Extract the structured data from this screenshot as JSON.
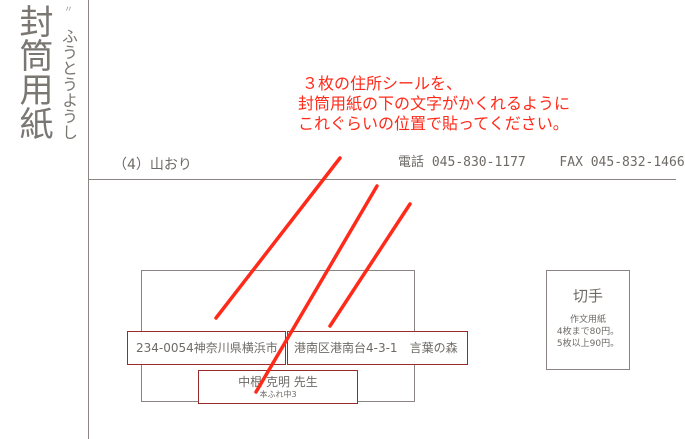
{
  "envelope": {
    "title": "封筒用紙",
    "title_reading": "ふうとうようし",
    "corner_mark": "〃",
    "section_label": "（4）山おり",
    "contact": {
      "phone_label": "電話",
      "phone": "045-830-1177",
      "fax_label": "FAX",
      "fax": "045-832-1466"
    }
  },
  "instruction": {
    "line1": "３枚の住所シールを、",
    "line2": "封筒用紙の下の文字がかくれるように",
    "line3": "これぐらいの位置で貼ってください。"
  },
  "stamp": {
    "title": "切手",
    "line1": "作文用紙",
    "line2": "4枚まで80円。",
    "line3": "5枚以上90円。"
  },
  "labels": {
    "postal_prefecture": "234-0054神奈川県横浜市",
    "street": "港南区港南台4-3-1　言葉の森",
    "recipient_name": "中根 克明 先生",
    "recipient_sub": "本ふれ中3"
  },
  "colors": {
    "annotation_red": "#ff2a1a",
    "label_border": "#9a2a2a",
    "print_gray": "#6e6a66"
  }
}
